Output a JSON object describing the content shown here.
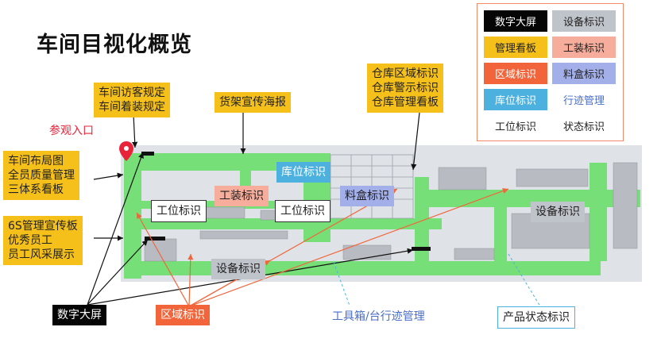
{
  "title": "车间目视化概览",
  "legend": [
    {
      "label": "数字大屏",
      "bg": "#050505",
      "fg": "#ffffff"
    },
    {
      "label": "设备标识",
      "bg": "#bfc3ca",
      "fg": "#222222"
    },
    {
      "label": "管理看板",
      "bg": "#f6c01b",
      "fg": "#222222"
    },
    {
      "label": "工装标识",
      "bg": "#f7ad9b",
      "fg": "#222222"
    },
    {
      "label": "区域标识",
      "bg": "#f2653a",
      "fg": "#ffffff"
    },
    {
      "label": "料盒标识",
      "bg": "#a3afe9",
      "fg": "#222222"
    },
    {
      "label": "库位标识",
      "bg": "#4cb1de",
      "fg": "#ffffff"
    },
    {
      "label": "行迹管理",
      "bg": "#ffffff",
      "fg": "#4a6ec9"
    },
    {
      "label": "工位标识",
      "bg": "#ffffff",
      "fg": "#222222"
    },
    {
      "label": "状态标识",
      "bg": "#ffffff",
      "fg": "#222222"
    }
  ],
  "callouts": {
    "visitor": [
      "车间访客规定",
      "车间着装规定"
    ],
    "entrance": "参观入口",
    "layout_board": [
      "车间布局图",
      "全员质量管理",
      "三体系看板"
    ],
    "six_s": [
      "6S管理宣传板",
      "优秀员工",
      "员工风采展示"
    ],
    "shelf_poster": "货架宣传海报",
    "warehouse": [
      "仓库区域标识",
      "仓库警示标识",
      "仓库管理看板"
    ],
    "screen_bottom": "数字大屏",
    "area_bottom": "区域标识",
    "toolbox": "工具箱/台行迹管理",
    "product_status": "产品状态标识"
  },
  "floor_labels": {
    "storage": "库位标识",
    "workstation_left": "工位标识",
    "fixture": "工装标识",
    "workstation_mid": "工位标识",
    "material_box": "料盒标识",
    "equipment_right": "设备标识",
    "equipment_bottom": "设备标识"
  },
  "colors": {
    "floor_green": "#77df77",
    "arrow_black": "#111111",
    "arrow_orange": "#f2653a",
    "entrance_red": "#e8243a",
    "legend_border": "#f28a6a"
  }
}
